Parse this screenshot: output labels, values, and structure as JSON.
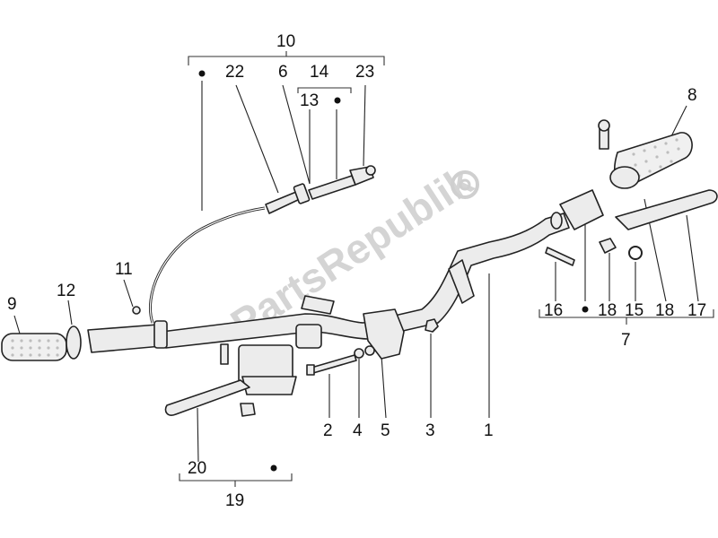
{
  "watermark": "PartsRepublik",
  "labels": {
    "l1": "1",
    "l2": "2",
    "l3": "3",
    "l4": "4",
    "l5": "5",
    "l6": "6",
    "l7": "7",
    "l8": "8",
    "l9": "9",
    "l10": "10",
    "l11": "11",
    "l12": "12",
    "l13": "13",
    "l14": "14",
    "l15": "15",
    "l16": "16",
    "l17": "17",
    "l18a": "18",
    "l18b": "18",
    "l19": "19",
    "l20": "20",
    "l22": "22",
    "l23": "23"
  },
  "colors": {
    "line": "#222222",
    "fill": "#ececec",
    "watermark": "#d4d4d4"
  }
}
